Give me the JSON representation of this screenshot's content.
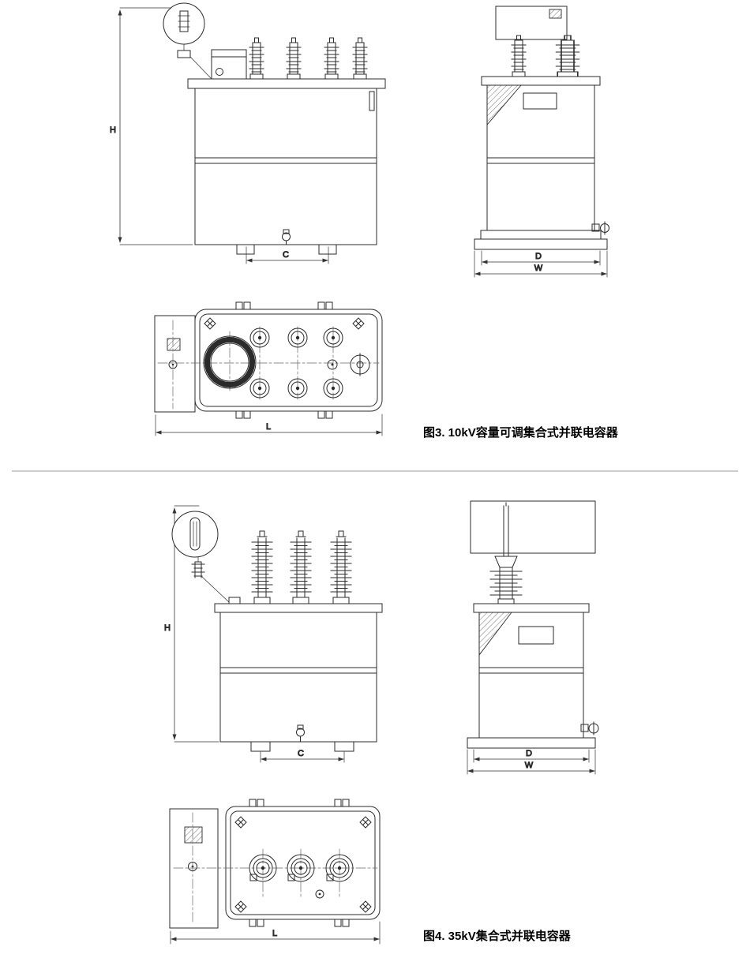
{
  "page": {
    "background": "#ffffff",
    "line_color": "#2b2b2b"
  },
  "fig3": {
    "caption": "图3. 10kV容量可调集合式并联电容器",
    "dims": {
      "H": "H",
      "C": "C",
      "D": "D",
      "W": "W",
      "L": "L"
    }
  },
  "fig4": {
    "caption": "图4. 35kV集合式并联电容器",
    "dims": {
      "H": "H",
      "C": "C",
      "D": "D",
      "W": "W",
      "L": "L"
    }
  }
}
